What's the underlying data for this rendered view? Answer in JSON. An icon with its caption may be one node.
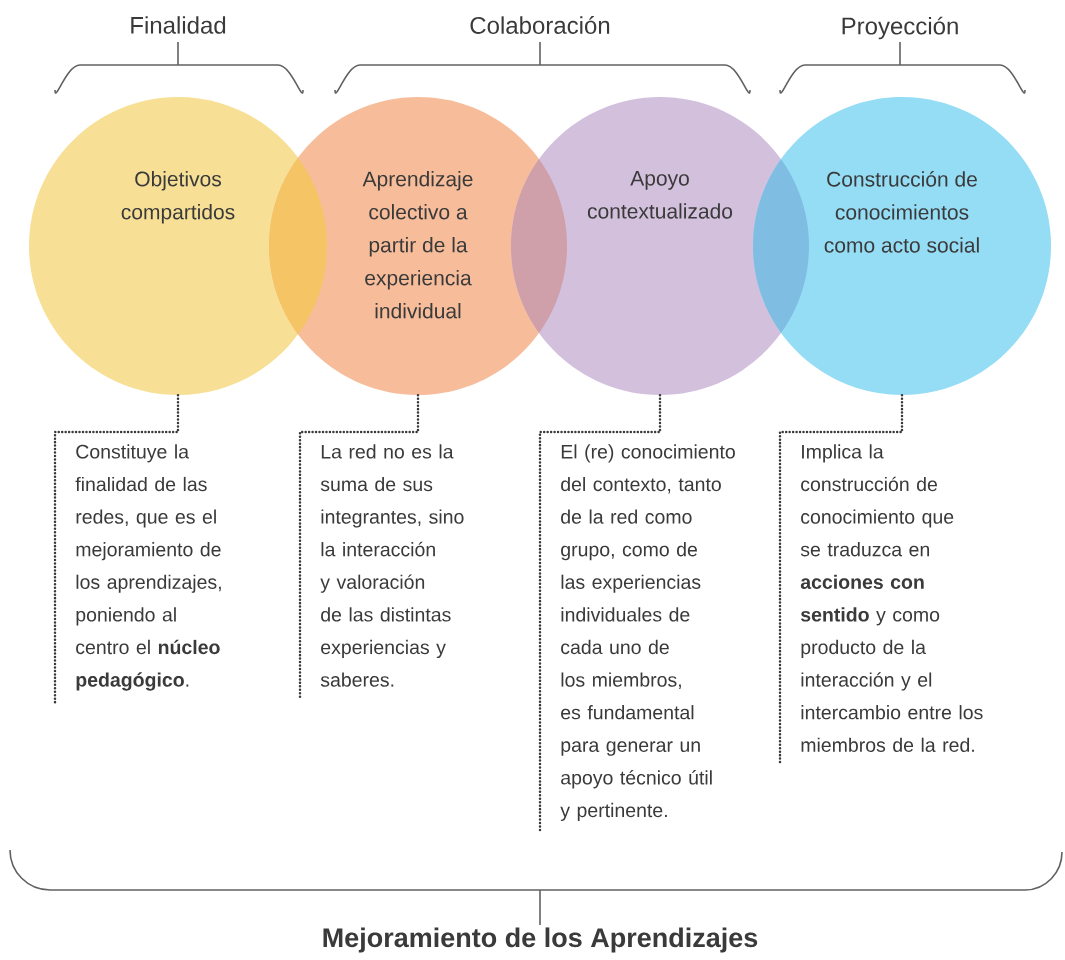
{
  "diagram": {
    "nodes": [
      {
        "text": [
          "Objetivos compartidos"
        ]
      },
      {
        "text": [
          "Aprendizaje colectivo a partir de la experiencia individual"
        ]
      },
      {
        "text": [
          "Apoyo contextualizado"
        ]
      },
      {
        "text": [
          "Construcción de conocimientos como acto social"
        ]
      },
      {
        "text": [
          "Constituye la finalidad de las redes, que es el mejoramiento de los aprendizajes, poniendo al centro el **núcleo pedagógico**."
        ]
      },
      {
        "text": [
          "La red no es la suma de sus integrantes, sino la interacción y valoración de las distintas experiencias y saberes."
        ]
      },
      {
        "text": [
          "El (re) conocimiento del contexto, tanto de la red como grupo, como de las experiencias individuales de cada uno de los miembros, es fundamental para generar un apoyo técnico útil y pertinente."
        ]
      },
      {
        "text": [
          "Implica la construcción de conocimiento que se traduzca en **acciones con sentido** y como producto de la interacción y el intercambio entre los miembros de la red."
        ]
      }
    ],
    "edges": [
      {
        "from": 0,
        "to": 4,
        "arrow": "none"
      },
      {
        "from": 1,
        "to": 5,
        "arrow": "none"
      },
      {
        "from": 2,
        "to": 6,
        "arrow": "none"
      },
      {
        "from": 3,
        "to": 7,
        "arrow": "none"
      }
    ],
    "labels": [
      "Finalidad",
      "Colaboración",
      "Proyección",
      "Mejoramiento de los Aprendizajes"
    ]
  }
}
